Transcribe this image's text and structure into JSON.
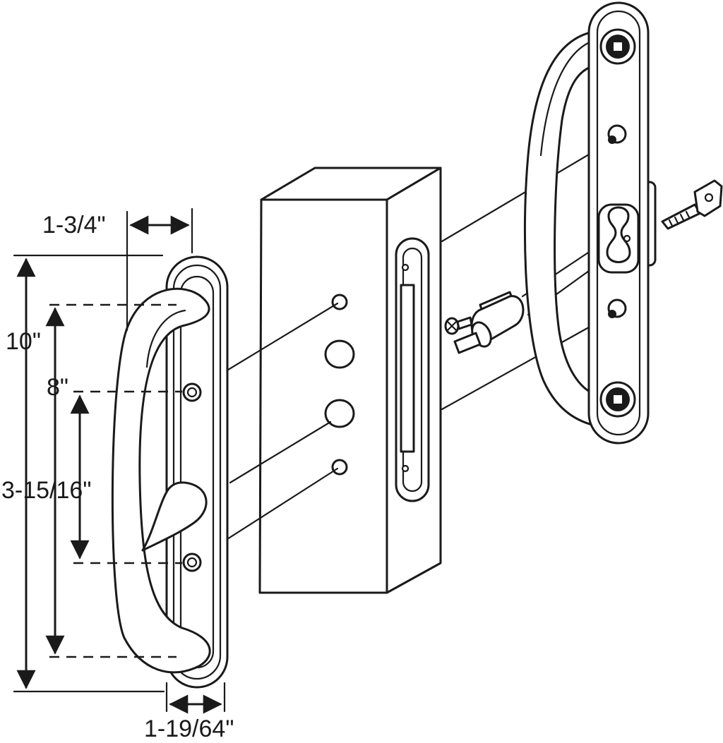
{
  "dimensions": {
    "handle_depth": "1-3/4\"",
    "overall_height": "10\"",
    "handle_spacing": "8\"",
    "hole_spacing": "3-15/16\"",
    "plate_width": "1-19/64\""
  },
  "colors": {
    "line": "#1a1a1a",
    "background": "#ffffff"
  },
  "icons": {
    "key": "key-icon",
    "screw": "screw-icon",
    "cylinder": "lock-cylinder-icon"
  }
}
